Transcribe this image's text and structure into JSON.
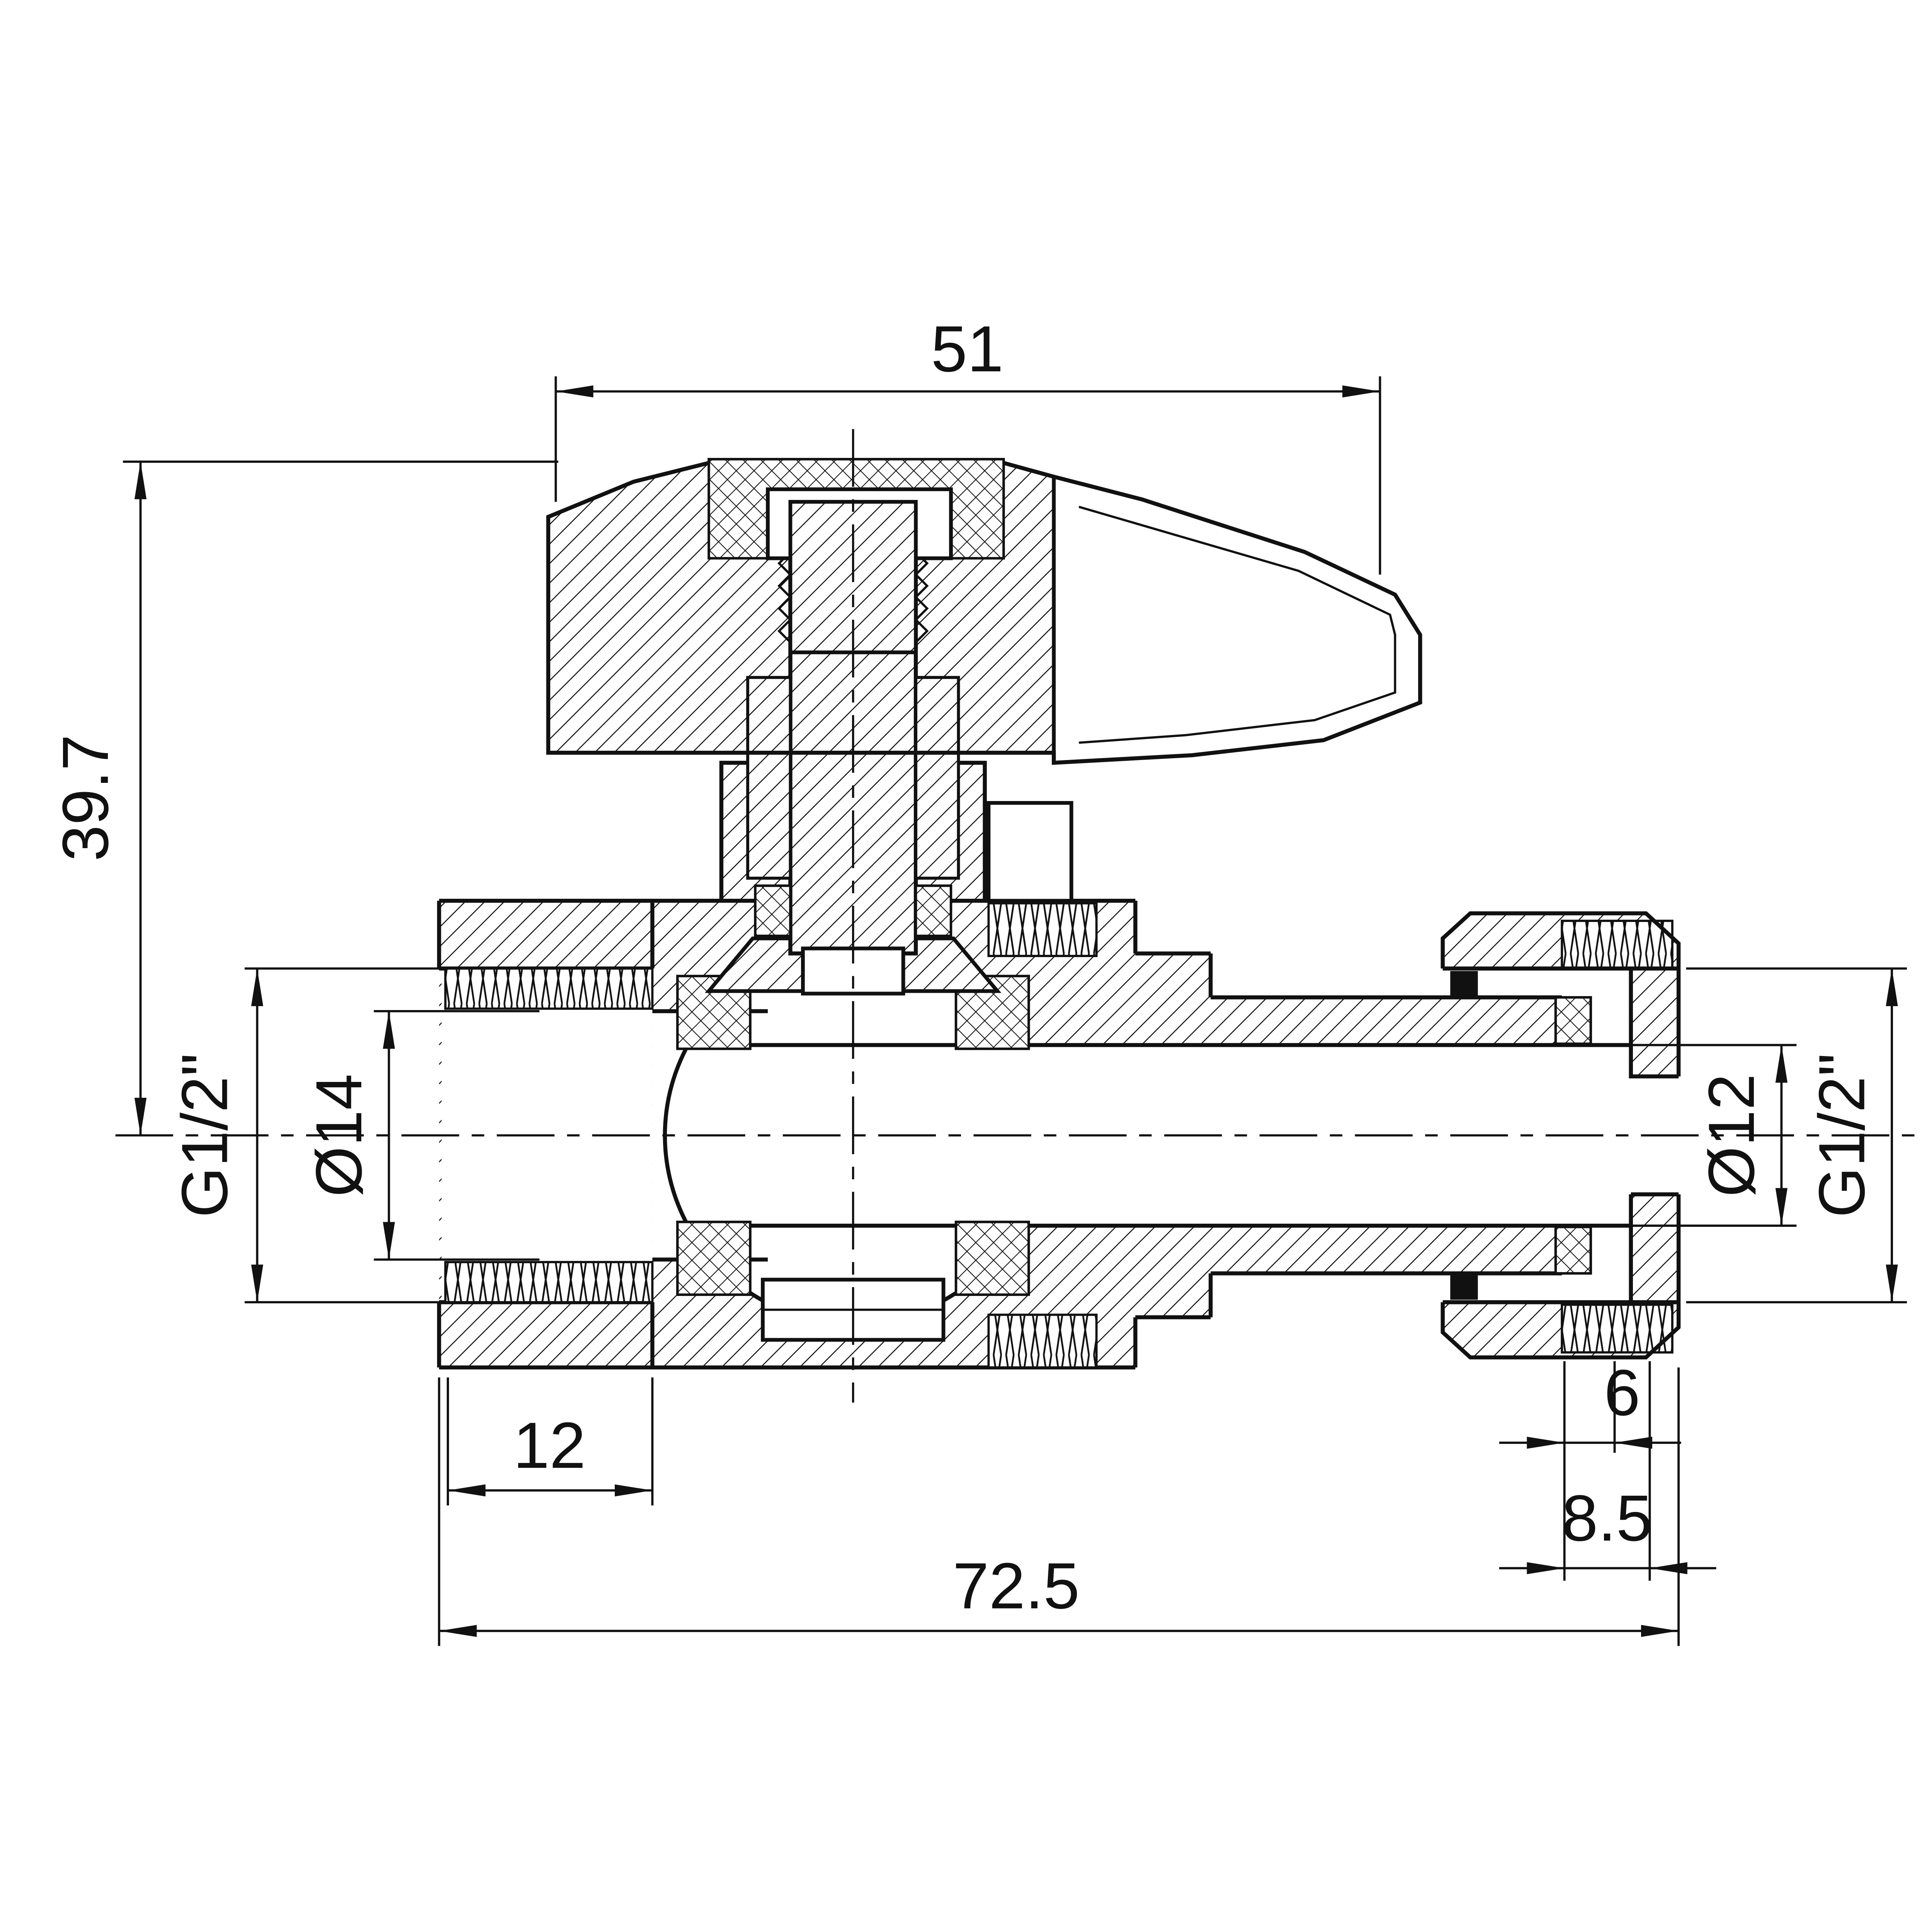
{
  "drawing": {
    "subject": "ball-valve-cross-section",
    "line_color": "#111111",
    "background": "#ffffff",
    "dimensions": {
      "handle_width": "51",
      "overall_height": "39.7",
      "inlet_thread": "G1/2\"",
      "inlet_bore": "Ø14",
      "inlet_hex_length": "12",
      "overall_length": "72.5",
      "nut_dim_a": "6",
      "nut_dim_b": "8.5",
      "outlet_bore": "Ø12",
      "outlet_thread": "G1/2\""
    }
  }
}
